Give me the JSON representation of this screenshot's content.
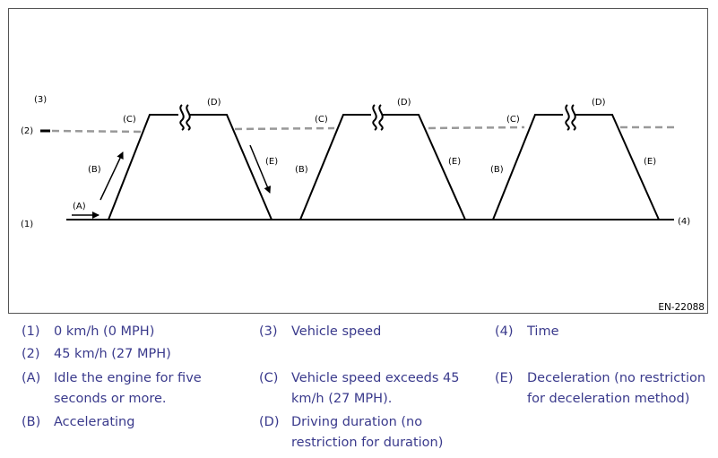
{
  "figure_id": "EN-22088",
  "labels": {
    "y1": "(1)",
    "y2": "(2)",
    "y3": "(3)",
    "x4": "(4)",
    "A": "(A)",
    "B": "(B)",
    "C": "(C)",
    "D": "(D)",
    "E": "(E)"
  },
  "legend": [
    {
      "code": "(1)",
      "line1": "0 km/h (0 MPH)",
      "line2": ""
    },
    {
      "code": "(2)",
      "line1": "45 km/h (27 MPH)",
      "line2": ""
    },
    {
      "code": "(A)",
      "line1": "Idle the engine for five",
      "line2": "seconds or more."
    },
    {
      "code": "(B)",
      "line1": "Accelerating",
      "line2": ""
    },
    {
      "code": "(3)",
      "line1": "Vehicle speed",
      "line2": ""
    },
    {
      "code": "(C)",
      "line1": "Vehicle speed exceeds 45",
      "line2": "km/h (27 MPH)."
    },
    {
      "code": "(D)",
      "line1": "Driving duration (no",
      "line2": "restriction for duration)"
    },
    {
      "code": "(4)",
      "line1": "Time",
      "line2": ""
    },
    {
      "code": "(E)",
      "line1": "Deceleration (no restriction",
      "line2": "for deceleration method)"
    }
  ],
  "colors": {
    "line": "#000000",
    "dashed": "#999999",
    "legend_text": "#3a3a8c"
  }
}
